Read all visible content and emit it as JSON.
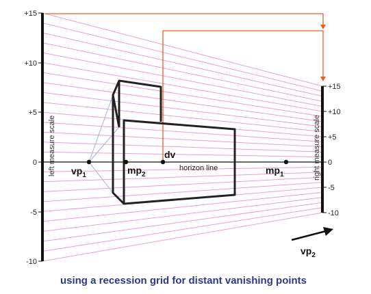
{
  "left_scale": {
    "label": "left measure scale",
    "ticks": [
      "+15",
      "+10",
      "+5",
      "0",
      "-5",
      "-10"
    ]
  },
  "right_scale": {
    "label": "right measure scale",
    "ticks": [
      "+15",
      "+10",
      "+5",
      "0",
      "-5",
      "-10"
    ]
  },
  "points": {
    "vp1": {
      "main": "vp",
      "sub": "1"
    },
    "mp2": {
      "main": "mp",
      "sub": "2"
    },
    "dv": {
      "main": "dv"
    },
    "mp1": {
      "main": "mp",
      "sub": "1"
    },
    "vp2": {
      "main": "vp",
      "sub": "2"
    }
  },
  "horizon_label": "horizon line",
  "caption": "using a recession grid for distant vanishing points",
  "colors": {
    "grid": "#f29ad6",
    "orange": "#e8601a",
    "blue": "#9ab4e6",
    "ink": "#111111",
    "caption": "#2b3a8c"
  }
}
